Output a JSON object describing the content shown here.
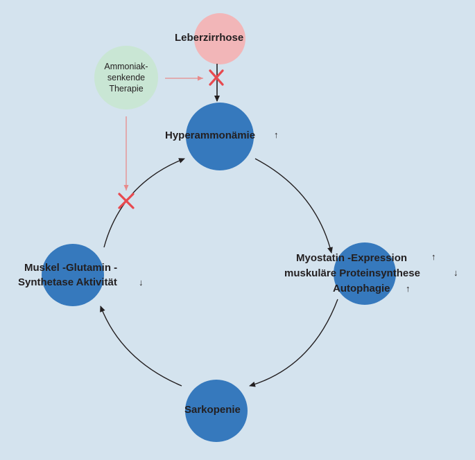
{
  "colors": {
    "background": "#d4e3ee",
    "node_blue": "#3679bd",
    "node_pink": "#f2b6b8",
    "node_green": "#c9e6d4",
    "inhibit_red": "#e8494f",
    "red_line": "#e88a8a",
    "dark": "#231f20"
  },
  "nodes": {
    "leberzirrhose": "Leberzirrhose",
    "therapie_line1": "Ammoniak-",
    "therapie_line2": "senkende",
    "therapie_line3": "Therapie",
    "hyperammonaemie": "Hyperammonämie",
    "myostatin": "Myostatin -Expression",
    "proteinsynthese": "muskuläre Proteinsynthese",
    "autophagie": "Autophagie",
    "sarkopenie": "Sarkopenie",
    "glutamin_line1": "Muskel -Glutamin -",
    "glutamin_line2": "Synthetase Aktivität"
  },
  "indicators": {
    "up": "↑",
    "down": "↓"
  },
  "icons": [
    "inhibit-x-icon",
    "arrowhead-icon"
  ]
}
